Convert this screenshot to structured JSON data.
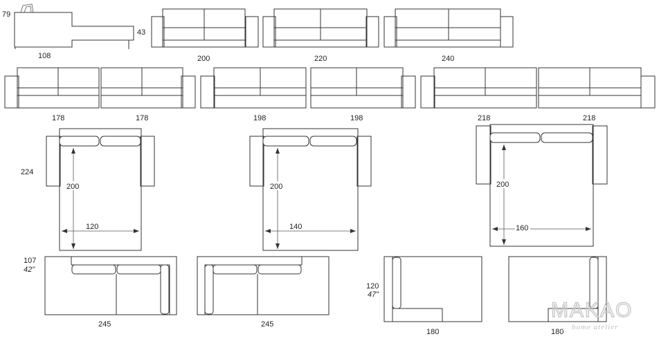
{
  "side_view": {
    "height": "79",
    "depth": "108",
    "seat_height": "43"
  },
  "front_views": {
    "sofa_200": "200",
    "sofa_220": "220",
    "sofa_240": "240"
  },
  "module_views": {
    "pair_178_a": "178",
    "pair_178_b": "178",
    "pair_198_a": "198",
    "pair_198_b": "198",
    "pair_218_a": "218",
    "pair_218_b": "218"
  },
  "sofa_beds": {
    "total_depth": "224",
    "bed_120": {
      "length": "200",
      "width": "120"
    },
    "bed_140": {
      "length": "200",
      "width": "140"
    },
    "bed_160": {
      "length": "200",
      "width": "160"
    }
  },
  "corner_sofas": {
    "depth_cm": "107",
    "depth_in": "42\"",
    "left_width": "245",
    "right_width": "245"
  },
  "chaise_modules": {
    "depth_cm": "120",
    "depth_in": "47\"",
    "left_width": "180",
    "right_width": "180"
  },
  "brand": {
    "name": "MAKAO",
    "tagline": "home atelier"
  }
}
